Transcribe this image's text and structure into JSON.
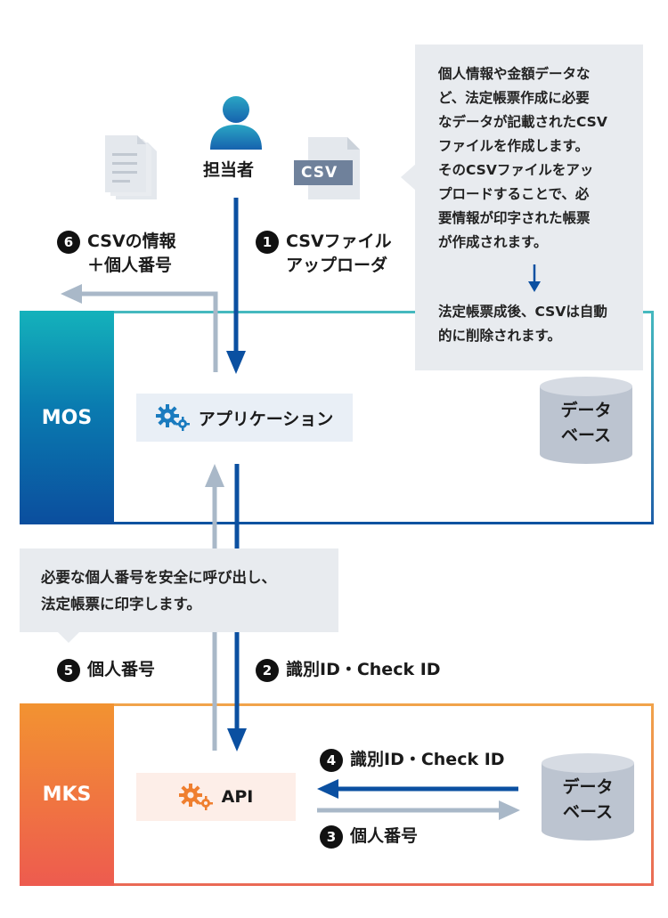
{
  "systems": {
    "mos": {
      "label": "MOS"
    },
    "mks": {
      "label": "MKS"
    }
  },
  "user": {
    "label": "担当者"
  },
  "csv_file": {
    "label": "CSV"
  },
  "application": {
    "label": "アプリケーション"
  },
  "api": {
    "label": "API"
  },
  "databases": {
    "mos_db": {
      "line1": "データ",
      "line2": "ベース"
    },
    "mks_db": {
      "line1": "データ",
      "line2": "ベース"
    }
  },
  "callouts": {
    "top": {
      "lines": [
        "個人情報や金額データな",
        "ど、法定帳票作成に必要",
        "なデータが記載されたCSV",
        "ファイルを作成します。",
        "そのCSVファイルをアッ",
        "プロードすることで、必",
        "要情報が印字された帳票",
        "が作成されます。"
      ],
      "after_lines": [
        "法定帳票成後、CSVは自動",
        "的に削除されます。"
      ]
    },
    "middle": {
      "lines": [
        "必要な個人番号を安全に呼び出し、",
        "法定帳票に印字します。"
      ]
    }
  },
  "steps": {
    "s1": {
      "number": "1",
      "line1": "CSVファイル",
      "line2": "アップローダ"
    },
    "s2": {
      "number": "2",
      "line1": "識別ID・Check ID"
    },
    "s3": {
      "number": "3",
      "line1": "個人番号"
    },
    "s4": {
      "number": "4",
      "line1": "識別ID・Check ID"
    },
    "s5": {
      "number": "5",
      "line1": "個人番号"
    },
    "s6": {
      "number": "6",
      "line1": "CSVの情報",
      "line2": "＋個人番号"
    }
  },
  "colors": {
    "arrow_blue": "#0b50a1",
    "arrow_gray": "#a9b8c8",
    "mos_accent": "#14b2bb",
    "mks_accent": "#f29331",
    "gear_blue": "#1a7bbf",
    "gear_orange": "#ef7f2f"
  },
  "icons": [
    "person-icon",
    "document-stack-icon",
    "csv-file-icon",
    "gear-icon",
    "database-icon"
  ]
}
